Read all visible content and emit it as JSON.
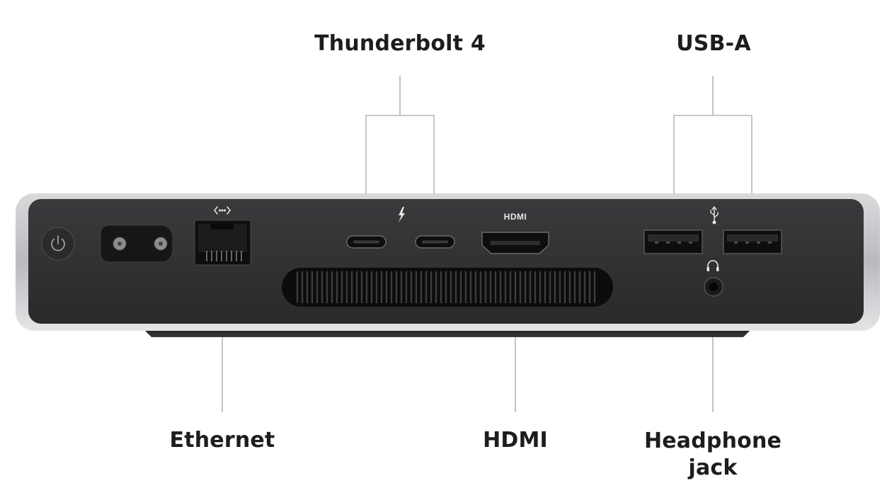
{
  "callouts": {
    "thunderbolt": "Thunderbolt 4",
    "usb_a": "USB-A",
    "ethernet": "Ethernet",
    "hdmi": "HDMI",
    "headphone_line1": "Headphone",
    "headphone_line2": "jack"
  },
  "port_markings": {
    "hdmi": "HDMI"
  },
  "icons": [
    "power-icon",
    "ethernet-icon",
    "thunderbolt-icon",
    "usb-icon",
    "headphone-icon"
  ],
  "colors": {
    "chassis_silver": "#c9cacc",
    "back_panel": "#303033",
    "port_black": "#111112",
    "leader_line": "#b5b5b7",
    "label_text": "#1d1d1f"
  }
}
